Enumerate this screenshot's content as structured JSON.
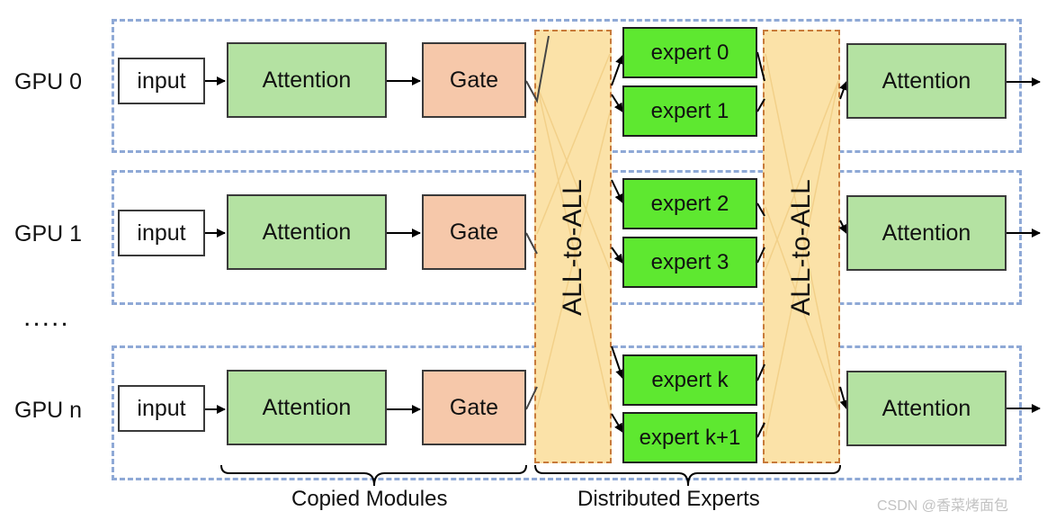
{
  "gpu_labels": [
    "GPU 0",
    "GPU 1",
    "GPU n"
  ],
  "ellipsis": ".....",
  "box_labels": {
    "input": "input",
    "attention": "Attention",
    "gate": "Gate"
  },
  "experts": [
    "expert 0",
    "expert 1",
    "expert 2",
    "expert 3",
    "expert k",
    "expert k+1"
  ],
  "all_to_all": "ALL-to-ALL",
  "captions": {
    "copied": "Copied Modules",
    "distributed": "Distributed Experts"
  },
  "watermark": "CSDN @香菜烤面包",
  "colors": {
    "lane_border": "#8fa9d6",
    "attention_fill": "#b4e2a2",
    "gate_fill": "#f6c8aa",
    "expert_fill": "#5ee830",
    "all_to_all_fill": "#fbe2a8",
    "all_to_all_border": "#c77a3a"
  }
}
